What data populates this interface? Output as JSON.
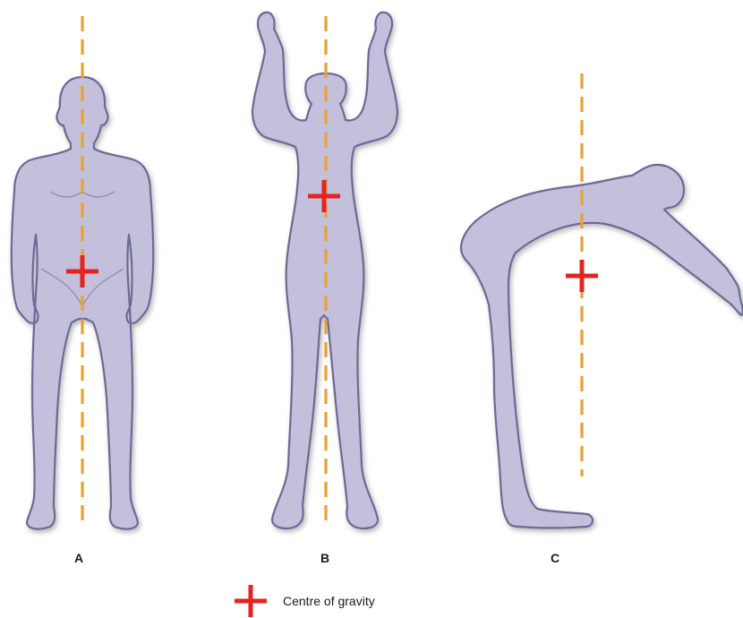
{
  "colors": {
    "body_fill": "#c2c0da",
    "body_stroke": "#6c6a96",
    "gravity_line": "#f0a02a",
    "gravity_marker": "#e52320"
  },
  "panels": [
    {
      "label": "A",
      "pose": "standing, arms at sides"
    },
    {
      "label": "B",
      "pose": "standing, arms raised overhead"
    },
    {
      "label": "C",
      "pose": "bending forward at the hips"
    }
  ],
  "legend": {
    "icon": "red-cross-icon",
    "label": "Centre of gravity"
  }
}
